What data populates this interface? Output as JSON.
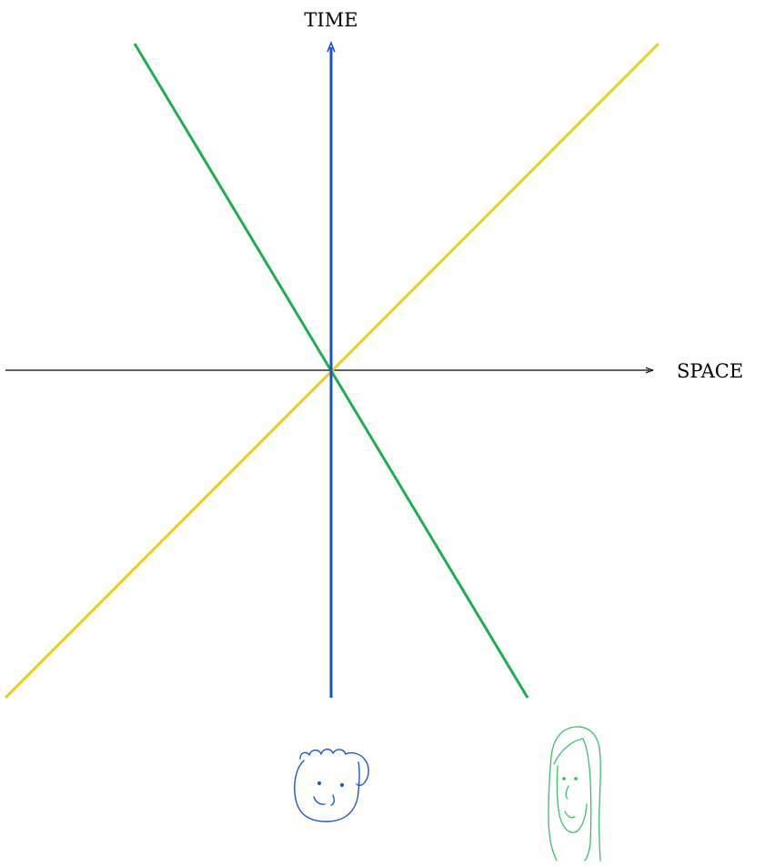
{
  "axes": {
    "time_label": "TIME",
    "space_label": "SPACE"
  },
  "colors": {
    "axis": "#000000",
    "blue_worldline": "#1a4fd0",
    "green_worldline": "#1fae4f",
    "yellow_worldline": "#e8cf1e",
    "blue_figure": "#1d56cc",
    "green_figure": "#3bbf6a"
  },
  "figures": [
    {
      "name": "blue-observer",
      "color_key": "blue_figure",
      "icon": "blue-observer-face-icon"
    },
    {
      "name": "green-observer",
      "color_key": "green_figure",
      "icon": "green-observer-face-icon"
    }
  ]
}
